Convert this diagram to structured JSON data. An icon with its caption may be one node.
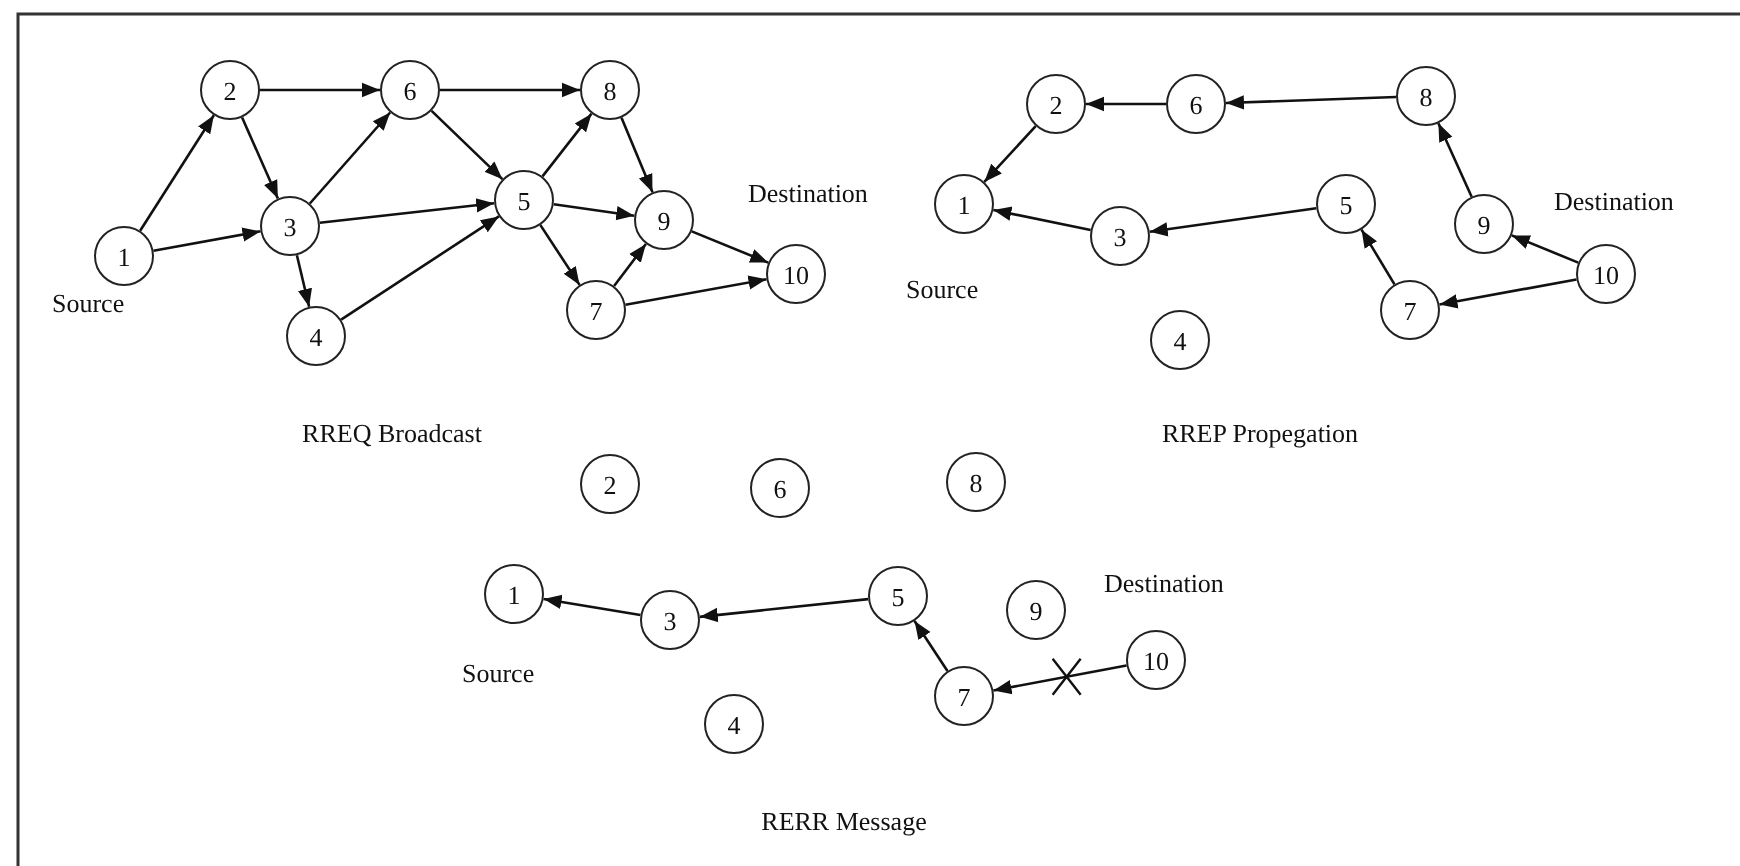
{
  "diagram": {
    "nodes": [
      {
        "text": [
          "1"
        ],
        "beside": [
          "Source"
        ]
      },
      {
        "text": [
          "2"
        ]
      },
      {
        "text": [
          "3"
        ]
      },
      {
        "text": [
          "4"
        ]
      },
      {
        "text": [
          "5"
        ]
      },
      {
        "text": [
          "6"
        ]
      },
      {
        "text": [
          "7"
        ]
      },
      {
        "text": [
          "8"
        ]
      },
      {
        "text": [
          "9"
        ]
      },
      {
        "text": [
          "10"
        ],
        "beside": [
          "Destination"
        ]
      },
      {
        "text": [
          "1"
        ],
        "beside": [
          "Source"
        ]
      },
      {
        "text": [
          "2"
        ]
      },
      {
        "text": [
          "3"
        ]
      },
      {
        "text": [
          "4"
        ]
      },
      {
        "text": [
          "5"
        ]
      },
      {
        "text": [
          "6"
        ]
      },
      {
        "text": [
          "7"
        ]
      },
      {
        "text": [
          "8"
        ]
      },
      {
        "text": [
          "9"
        ]
      },
      {
        "text": [
          "10"
        ],
        "beside": [
          "Destination"
        ]
      },
      {
        "text": [
          "1"
        ],
        "beside": [
          "Source"
        ]
      },
      {
        "text": [
          "2"
        ]
      },
      {
        "text": [
          "3"
        ]
      },
      {
        "text": [
          "4"
        ]
      },
      {
        "text": [
          "5"
        ]
      },
      {
        "text": [
          "6"
        ]
      },
      {
        "text": [
          "7"
        ]
      },
      {
        "text": [
          "8"
        ]
      },
      {
        "text": [
          "9"
        ]
      },
      {
        "text": [
          "10"
        ],
        "beside": [
          "Destination"
        ]
      }
    ],
    "edges": [
      {
        "from": 0,
        "to": 1,
        "arrow": "to"
      },
      {
        "from": 0,
        "to": 2,
        "arrow": "to"
      },
      {
        "from": 1,
        "to": 5,
        "arrow": "to"
      },
      {
        "from": 1,
        "to": 2,
        "arrow": "to"
      },
      {
        "from": 2,
        "to": 5,
        "arrow": "to"
      },
      {
        "from": 2,
        "to": 4,
        "arrow": "to"
      },
      {
        "from": 2,
        "to": 3,
        "arrow": "to"
      },
      {
        "from": 3,
        "to": 4,
        "arrow": "to"
      },
      {
        "from": 5,
        "to": 7,
        "arrow": "to"
      },
      {
        "from": 5,
        "to": 4,
        "arrow": "to"
      },
      {
        "from": 4,
        "to": 7,
        "arrow": "to"
      },
      {
        "from": 4,
        "to": 8,
        "arrow": "to"
      },
      {
        "from": 4,
        "to": 6,
        "arrow": "to"
      },
      {
        "from": 7,
        "to": 8,
        "arrow": "to"
      },
      {
        "from": 6,
        "to": 8,
        "arrow": "to"
      },
      {
        "from": 6,
        "to": 9,
        "arrow": "to"
      },
      {
        "from": 8,
        "to": 9,
        "arrow": "to"
      },
      {
        "from": 17,
        "to": 15,
        "arrow": "to"
      },
      {
        "from": 15,
        "to": 11,
        "arrow": "to"
      },
      {
        "from": 11,
        "to": 10,
        "arrow": "to"
      },
      {
        "from": 14,
        "to": 12,
        "arrow": "to"
      },
      {
        "from": 12,
        "to": 10,
        "arrow": "to"
      },
      {
        "from": 18,
        "to": 17,
        "arrow": "to"
      },
      {
        "from": 19,
        "to": 18,
        "arrow": "to"
      },
      {
        "from": 19,
        "to": 16,
        "arrow": "to"
      },
      {
        "from": 16,
        "to": 14,
        "arrow": "to"
      },
      {
        "from": 24,
        "to": 22,
        "arrow": "to"
      },
      {
        "from": 22,
        "to": 20,
        "arrow": "to"
      },
      {
        "from": 26,
        "to": 24,
        "arrow": "to"
      },
      {
        "from": 29,
        "to": 26,
        "arrow": "to"
      }
    ],
    "labels": [
      "RREQ Broadcast",
      "RREP Propegation",
      "RERR Message"
    ]
  }
}
